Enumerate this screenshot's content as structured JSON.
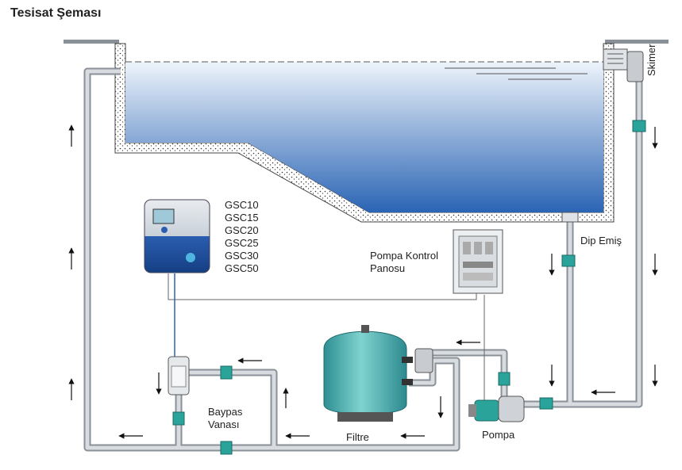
{
  "title": "Tesisat Şeması",
  "labels": {
    "skimer": "Skimer",
    "dip_emis": "Dip Emiş",
    "panel_line1": "Pompa Kontrol",
    "panel_line2": "Panosu",
    "bypass_line1": "Baypas",
    "bypass_line2": "Vanası",
    "filter": "Filtre",
    "pump": "Pompa"
  },
  "models": [
    "GSC10",
    "GSC15",
    "GSC20",
    "GSC25",
    "GSC30",
    "GSC50"
  ],
  "colors": {
    "pipe": "#cfd3d8",
    "pipe_edge": "#8a9097",
    "valve": "#2aa39a",
    "water_top": "#eef4fb",
    "water_bottom": "#2a64b4",
    "filter": "#4fb4b4",
    "device": "#1f4fa0"
  }
}
